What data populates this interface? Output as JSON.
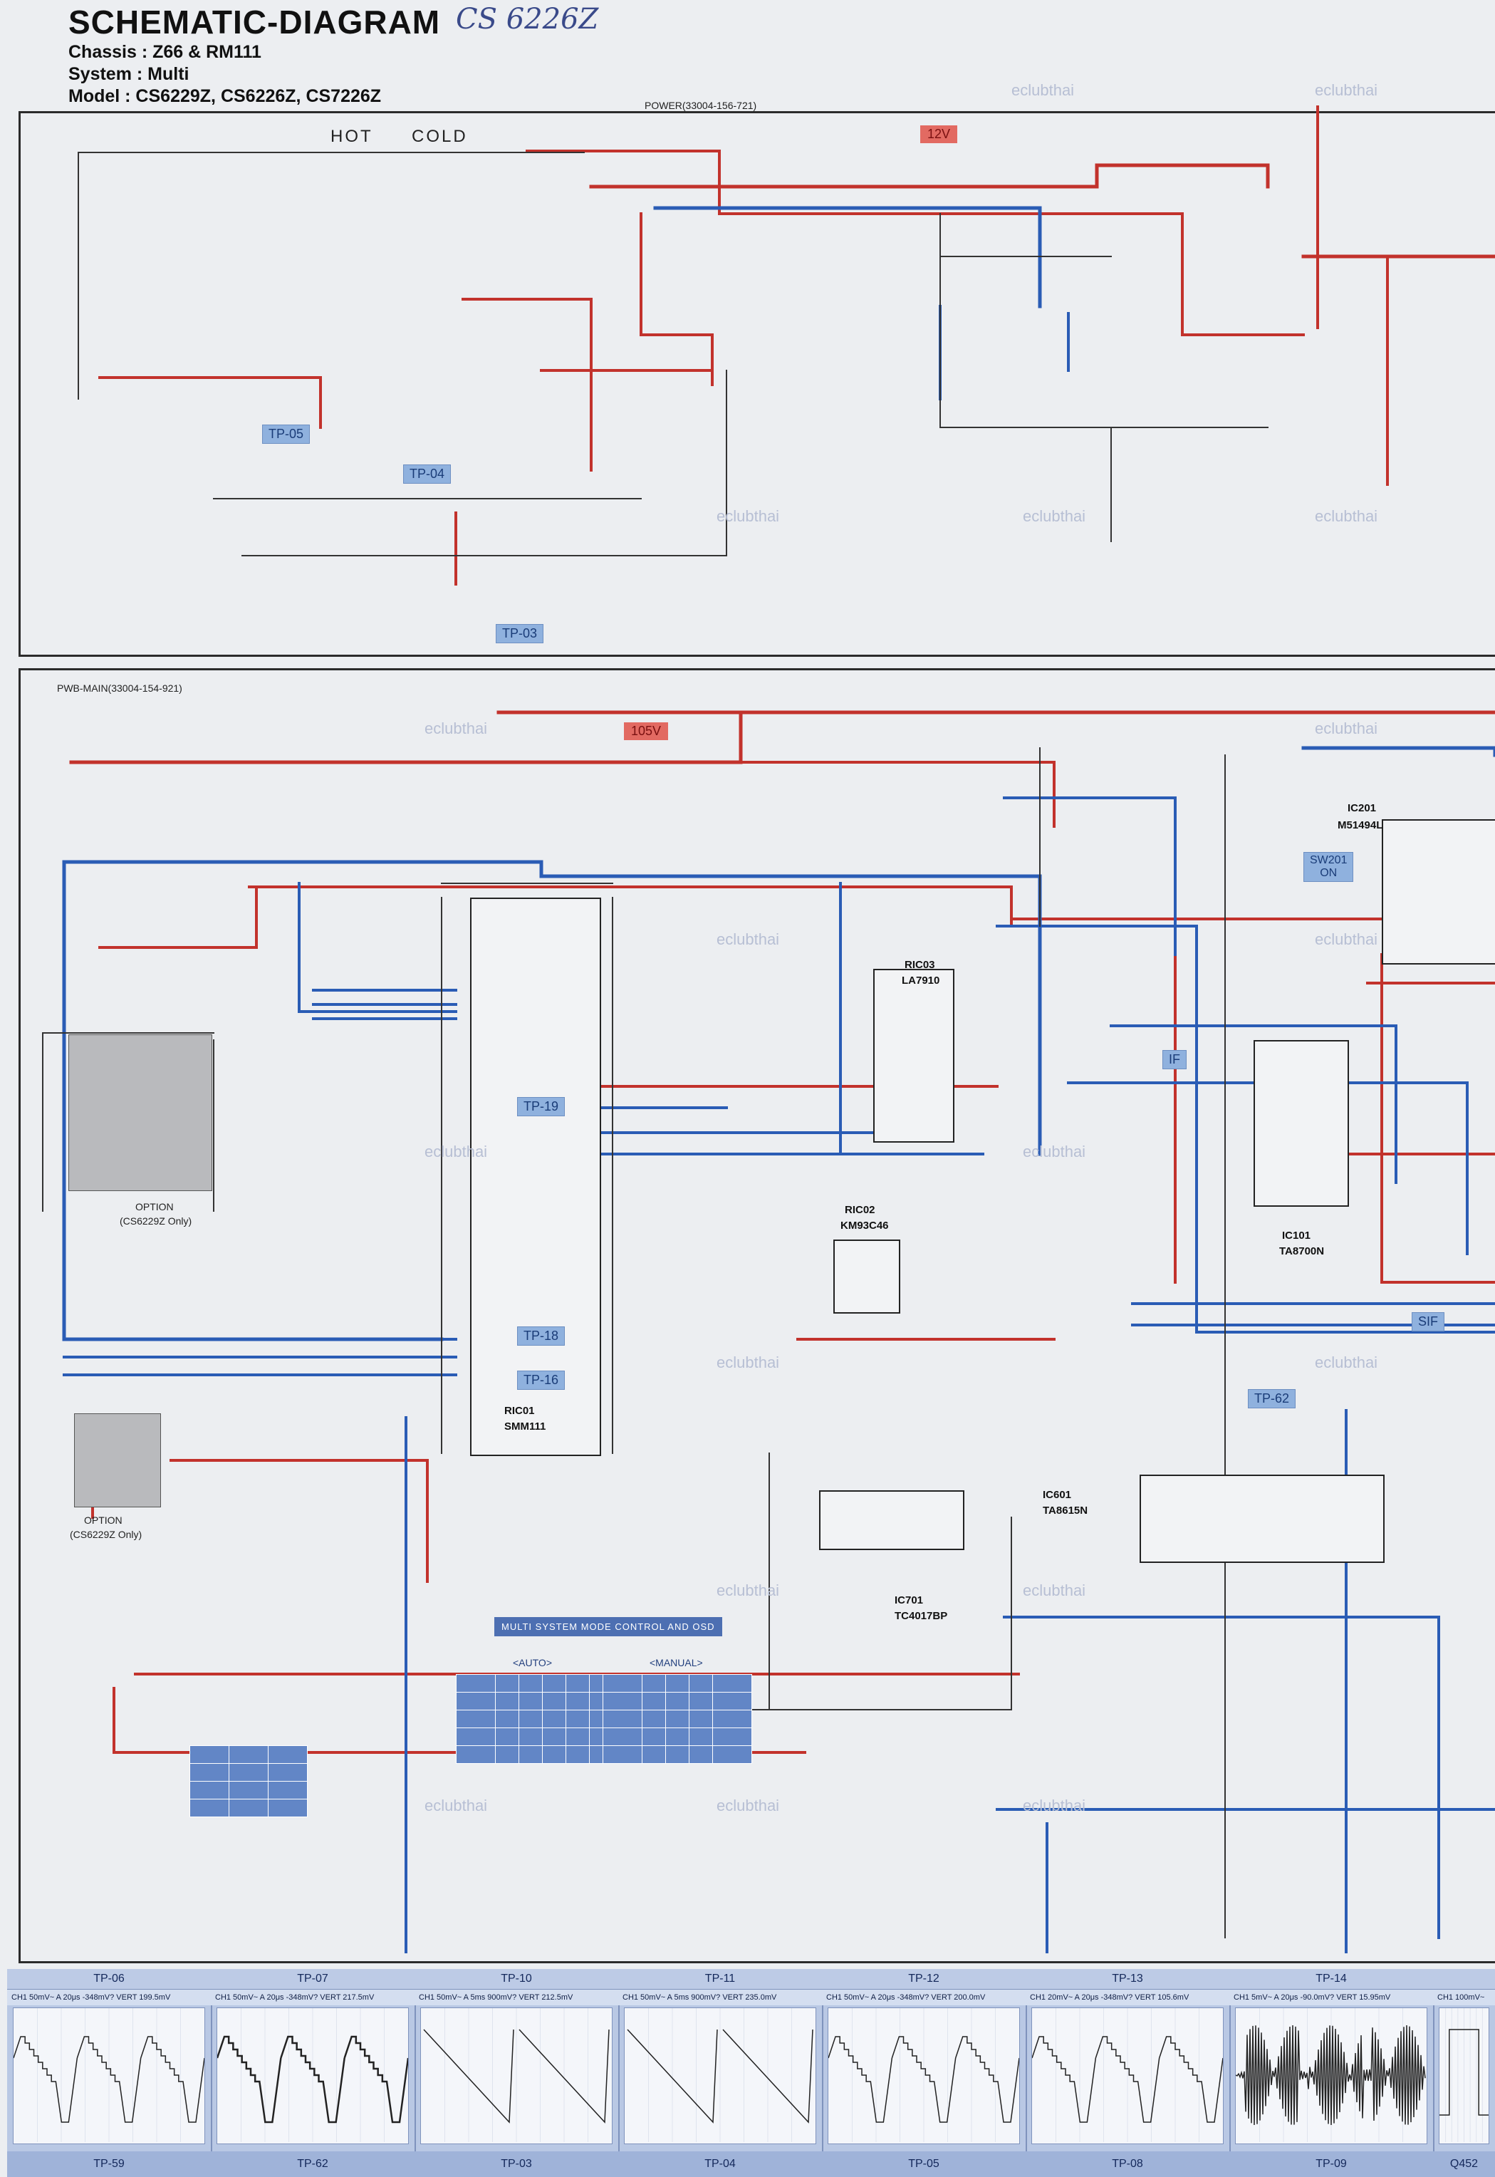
{
  "header": {
    "title": "SCHEMATIC-DIAGRAM",
    "handwritten_note": "CS 6226Z",
    "chassis": "Chassis : Z66 & RM111",
    "system": "System : Multi",
    "model": "Model    : CS6229Z, CS6226Z, CS7226Z"
  },
  "power_board": {
    "label": "POWER(33004-156-721)",
    "hot_label": "HOT",
    "cold_label": "COLD",
    "voltage_tag": "12V",
    "test_points": [
      "TP-05",
      "TP-04",
      "TP-03"
    ]
  },
  "main_board": {
    "label": "PWB-MAIN(33004-154-921)",
    "voltage_tag": "105V",
    "test_points": [
      "TP-19",
      "TP-18",
      "TP-16",
      "TP-62"
    ],
    "tags": {
      "sw201": "SW201",
      "sw201_state": "ON",
      "if": "IF",
      "sif": "SIF"
    },
    "ics": [
      {
        "ref": "RIC01",
        "part": "SMM111"
      },
      {
        "ref": "RIC02",
        "part": "KM93C46"
      },
      {
        "ref": "RIC03",
        "part": "LA7910"
      },
      {
        "ref": "IC201",
        "part": "M51494L"
      },
      {
        "ref": "IC101",
        "part": "TA8700N"
      },
      {
        "ref": "IC601",
        "part": "TA8615N"
      },
      {
        "ref": "IC701",
        "part": "TC4017BP"
      }
    ],
    "option_label_1": "OPTION",
    "option_model_1": "(CS6229Z Only)",
    "option_label_2": "OPTION",
    "option_model_2": "(CS6229Z Only)",
    "mode_panel": {
      "title": "MULTI SYSTEM MODE CONTROL AND OSD",
      "auto_label": "<AUTO>",
      "manual_label": "<MANUAL>"
    }
  },
  "watermark": "eclubthai",
  "waveforms": [
    {
      "tp": "TP-06",
      "settings": "CH1 50mV~  A 20μs  -348mV? VERT 199.5mV",
      "bottom": "TP-59",
      "kind": "steps"
    },
    {
      "tp": "TP-07",
      "settings": "CH1 50mV~  A 20μs  -348mV? VERT 217.5mV",
      "bottom": "TP-62",
      "kind": "steps-dense"
    },
    {
      "tp": "TP-10",
      "settings": "CH1 50mV~  A 5ms  900mV? VERT 212.5mV",
      "bottom": "TP-03",
      "kind": "ramp"
    },
    {
      "tp": "TP-11",
      "settings": "CH1 50mV~  A 5ms  900mV? VERT 235.0mV",
      "bottom": "TP-04",
      "kind": "ramp"
    },
    {
      "tp": "TP-12",
      "settings": "CH1 50mV~  A 20μs  -348mV? VERT 200.0mV",
      "bottom": "TP-05",
      "kind": "steps"
    },
    {
      "tp": "TP-13",
      "settings": "CH1 20mV~  A 20μs  -348mV? VERT 105.6mV",
      "bottom": "TP-08",
      "kind": "steps"
    },
    {
      "tp": "TP-14",
      "settings": "CH1 5mV~  A 20μs  -90.0mV? VERT 15.95mV",
      "bottom": "TP-09",
      "kind": "burst"
    },
    {
      "tp": "",
      "settings": "CH1 100mV~",
      "bottom": "Q452",
      "kind": "pulse"
    }
  ]
}
